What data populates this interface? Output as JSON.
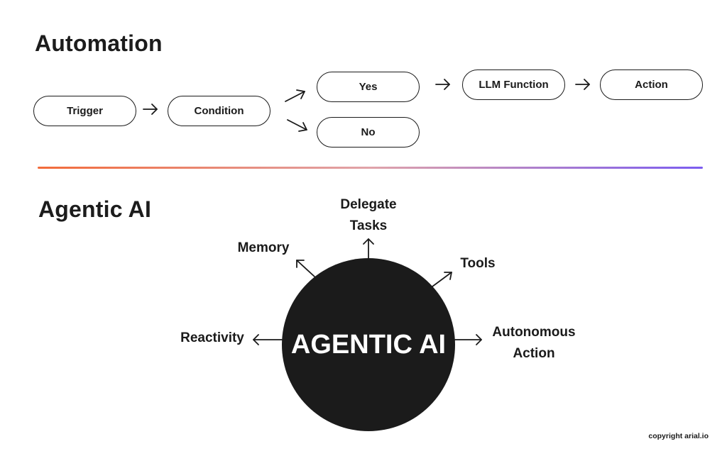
{
  "automation": {
    "title": "Automation",
    "nodes": {
      "trigger": "Trigger",
      "condition": "Condition",
      "yes": "Yes",
      "no": "No",
      "llm_function": "LLM Function",
      "action": "Action"
    }
  },
  "divider": {
    "gradient_colors": [
      "#f26b3a",
      "#e0a3a9",
      "#7b5cf0"
    ]
  },
  "agentic": {
    "title": "Agentic AI",
    "hub_label": "AGENTIC AI",
    "hub_color": "#1b1b1b",
    "spokes": {
      "delegate_tasks": [
        "Delegate",
        "Tasks"
      ],
      "memory": "Memory",
      "tools": "Tools",
      "reactivity": "Reactivity",
      "autonomous_action": [
        "Autonomous",
        "Action"
      ]
    }
  },
  "footer": {
    "copyright": "copyright arial.io"
  }
}
